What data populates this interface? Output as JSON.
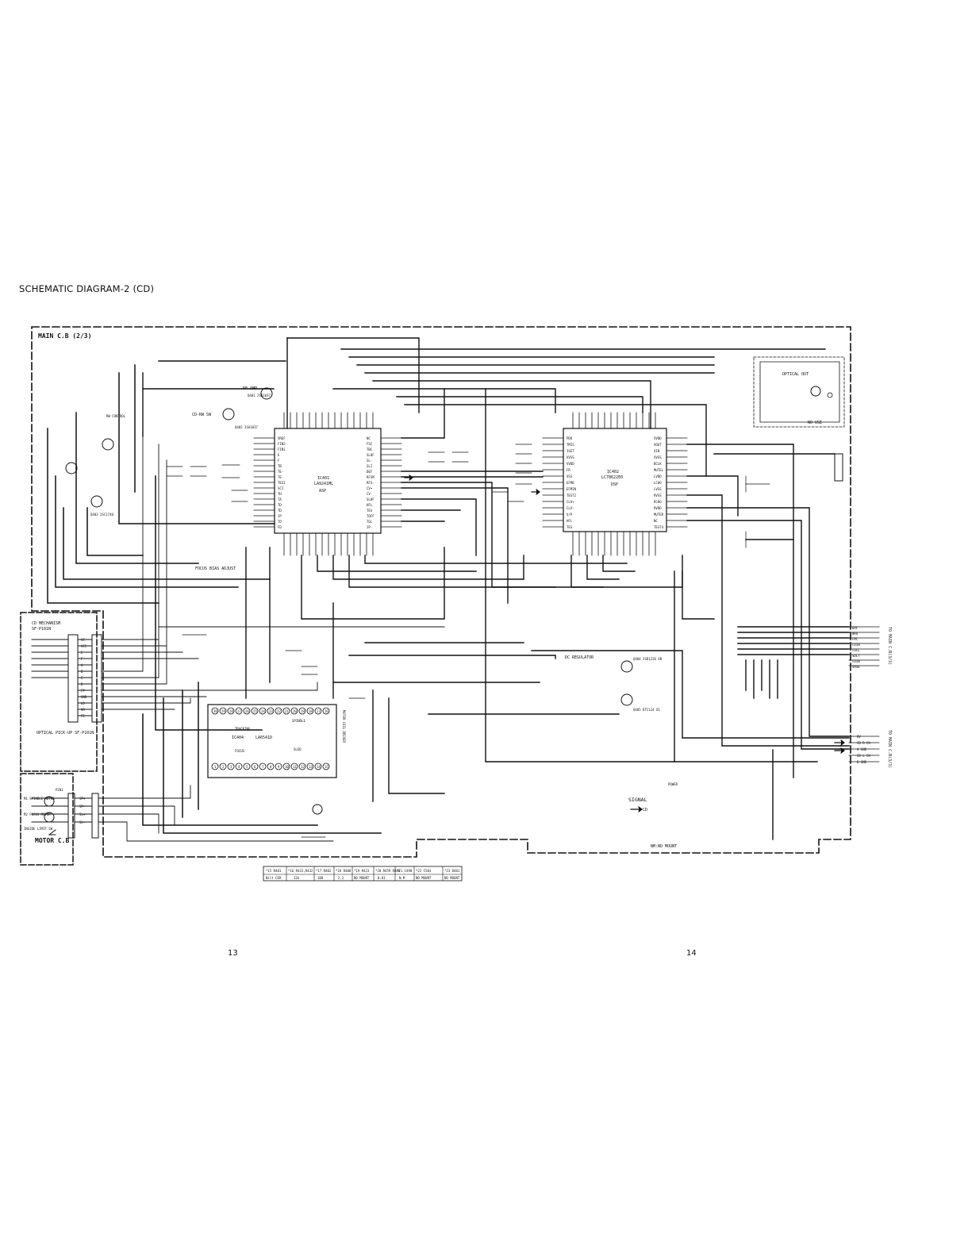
{
  "page": {
    "title": "SCHEMATIC DIAGRAM-2 (CD)",
    "page_left": "13",
    "page_right": "14"
  },
  "diagram": {
    "board_label": "MAIN C.B (2/3)",
    "cd_mechanism": {
      "title": "CD MECHANISM",
      "model": "SF-P101N"
    },
    "optical_pickup": "OPTICAL PICK-UP SF-P101N",
    "motor_board": "MOTOR C.B",
    "motor_box": {
      "pins_label": "PIN1",
      "spindle_motor": "M1 SPINDLE MOTOR",
      "focus_motor": "M2 FOCUS MOTOR",
      "inside_switch": "INSIDE LIMIT SW"
    },
    "cn1_pins": [
      "VC",
      "VCC",
      "E",
      "F",
      "A",
      "B",
      "C",
      "D",
      "FP",
      "GND",
      "LD",
      "VR",
      "FE"
    ],
    "cn2_pins": [
      "SP+",
      "SP-",
      "SL+",
      "SL-"
    ],
    "ic401": {
      "ref": "IC401",
      "part": "LA9241ML",
      "role": "ASP"
    },
    "ic402": {
      "ref": "IC402",
      "part": "LC78622E0",
      "role": "DSP"
    },
    "ic404": {
      "ref": "IC404",
      "part": "LA6541D"
    },
    "ic404_sections": [
      "TRACKING",
      "SPINDLE",
      "FOCUS",
      "SLED",
      "MOTOR COIL DRIVER"
    ],
    "ic404_top_pins": [
      "30",
      "29",
      "28",
      "27",
      "26",
      "25",
      "24",
      "23",
      "22",
      "21",
      "20",
      "19",
      "18",
      "17",
      "16"
    ],
    "ic404_bottom_pins": [
      "1",
      "2",
      "3",
      "4",
      "5",
      "6",
      "7",
      "8",
      "9",
      "10",
      "11",
      "12",
      "13",
      "14",
      "15"
    ],
    "ic401_left_pins": [
      "VREF",
      "FIN2",
      "FIN1",
      "E",
      "F",
      "TB",
      "TE-",
      "TE",
      "TESI",
      "SCI",
      "TH",
      "TA",
      "TD-",
      "TD",
      "JP",
      "TO",
      "FD"
    ],
    "ic401_right_pins": [
      "NC",
      "FSC",
      "TBC",
      "SLOF",
      "SL-",
      "SLI",
      "DEF",
      "RFSM",
      "RFS-",
      "CV+",
      "CV-",
      "SLOF",
      "HFL",
      "TES",
      "TOFF",
      "TGL",
      "JP-"
    ],
    "ic402_left_pins": [
      "PDO",
      "TMIS",
      "ISET",
      "VVSS",
      "VVDD",
      "FR",
      "VSS",
      "EFMO",
      "EFMIN",
      "TEST2",
      "CLV+",
      "CLV-",
      "V/P",
      "HFL",
      "TES"
    ],
    "ic402_right_pins": [
      "XVDD",
      "XOUT",
      "XIN",
      "XVSS",
      "BCLK",
      "MUTEL",
      "LVDD",
      "LCHO",
      "LVSS",
      "RVSS",
      "RCHO",
      "RVDD",
      "MUTER",
      "NC",
      "TEST4"
    ],
    "labels": {
      "rf_amp": "RF AMP",
      "cd_rw_sw": "CD-RW SW",
      "rw_control": "RW CONTROL",
      "focus_bias": "FOCUS BIAS ADJUST",
      "dc_regulator": "DC REGULATOR",
      "optical_out": "OPTICAL OUT",
      "nc_use": "NO USE",
      "signal_legend": "SIGNAL",
      "signal_legend_type": "CD",
      "power": "POWER",
      "nm_note": "NM:NO MOUNT",
      "to_main_top": "TO MAIN C.B(3/3)",
      "to_main_bottom": "TO MAIN C.B(3/3)"
    },
    "right_bus_top": [
      "DRF",
      "WRQ",
      "FMC",
      "COIN",
      "COCL",
      "SDLT",
      "COIN",
      "SMSK"
    ],
    "right_bus_bottom": [
      "8V",
      "CD R CH",
      "A GND",
      "CD L CH",
      "D GND"
    ],
    "transistors": [
      "Q401 2SA1037",
      "Q402 2SA1037",
      "Q403 2SC1740",
      "Q404 2SD1226 OR",
      "Q405 DTC124 XS"
    ],
    "table": {
      "headers": [
        "*15 R401",
        "*16 R431,R432",
        "*17 R402",
        "*18 R408",
        "*19 R423",
        "*20 R459 R460",
        "*21 C498",
        "*22 C503",
        "*23 D401"
      ],
      "values": [
        "Nilt CER",
        "12k",
        "100",
        "2.2",
        "NO MOUNT",
        "0.01",
        "N.M",
        "NO MOUNT",
        "NO MOUNT"
      ]
    }
  }
}
